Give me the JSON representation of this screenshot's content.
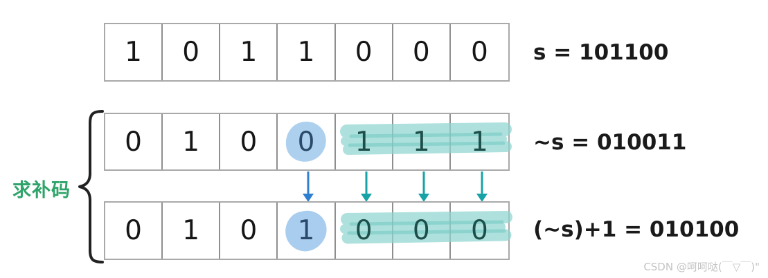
{
  "diagram": {
    "title_label": "求补码",
    "rows": [
      {
        "id": "original",
        "bits": [
          "1",
          "0",
          "1",
          "1",
          "0",
          "0",
          "0"
        ],
        "equation": "s = 101100",
        "blob_index": null,
        "highlight_range": null
      },
      {
        "id": "inverted",
        "bits": [
          "0",
          "1",
          "0",
          "0",
          "1",
          "1",
          "1"
        ],
        "equation": "~s = 010011",
        "blob_index": 3,
        "highlight_range": [
          4,
          6
        ]
      },
      {
        "id": "twos-complement",
        "bits": [
          "0",
          "1",
          "0",
          "1",
          "0",
          "0",
          "0"
        ],
        "equation": "(~s)+1 = 010100",
        "blob_index": 3,
        "highlight_range": [
          4,
          6
        ]
      }
    ],
    "arrows": [
      {
        "name": "arrow-bit4",
        "color": "#2f7fd1"
      },
      {
        "name": "arrow-bit5",
        "color": "#17a2a6"
      },
      {
        "name": "arrow-bit6",
        "color": "#17a2a6"
      },
      {
        "name": "arrow-bit7",
        "color": "#17a2a6"
      }
    ],
    "colors": {
      "blob_fill": "#a9cdee",
      "blob_text": "#2b4a6b",
      "highlight_fill": "#9fdad5",
      "highlight_text": "#1d4e4a",
      "brace_stroke": "#222222",
      "label_green": "#2fa46a",
      "cell_border": "#8f8f8f",
      "arrow_blue": "#2f7fd1",
      "arrow_teal": "#17a2a6"
    }
  },
  "watermark": {
    "text": "CSDN @呵呵哒(￣▽￣)\""
  }
}
